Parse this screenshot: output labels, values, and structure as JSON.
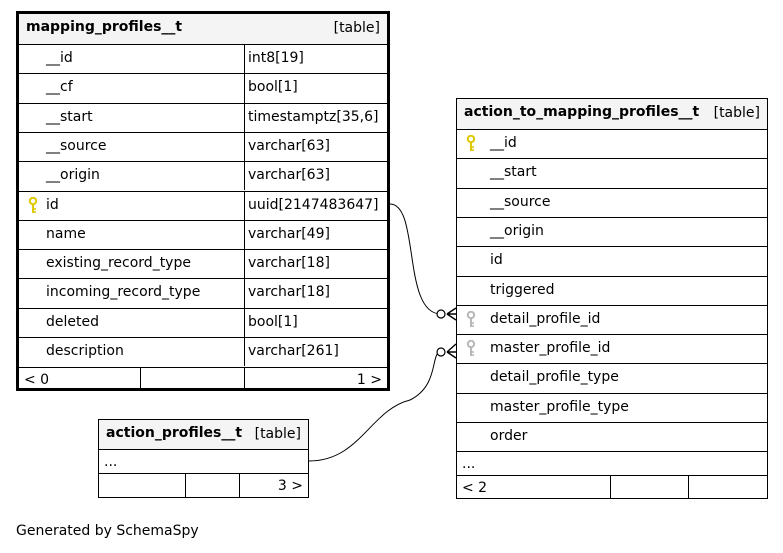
{
  "tables": {
    "mapping_profiles": {
      "name": "mapping_profiles__t",
      "tag": "[table]",
      "columns": [
        {
          "name": "__id",
          "type": "int8[19]",
          "key": "none"
        },
        {
          "name": "__cf",
          "type": "bool[1]",
          "key": "none"
        },
        {
          "name": "__start",
          "type": "timestamptz[35,6]",
          "key": "none"
        },
        {
          "name": "__source",
          "type": "varchar[63]",
          "key": "none"
        },
        {
          "name": "__origin",
          "type": "varchar[63]",
          "key": "none"
        },
        {
          "name": "id",
          "type": "uuid[2147483647]",
          "key": "primary"
        },
        {
          "name": "name",
          "type": "varchar[49]",
          "key": "none"
        },
        {
          "name": "existing_record_type",
          "type": "varchar[18]",
          "key": "none"
        },
        {
          "name": "incoming_record_type",
          "type": "varchar[18]",
          "key": "none"
        },
        {
          "name": "deleted",
          "type": "bool[1]",
          "key": "none"
        },
        {
          "name": "description",
          "type": "varchar[261]",
          "key": "none"
        }
      ],
      "footer": {
        "left": "< 0",
        "middle": "",
        "right": "1 >"
      }
    },
    "action_to_mapping_profiles": {
      "name": "action_to_mapping_profiles__t",
      "tag": "[table]",
      "columns": [
        {
          "name": "__id",
          "key": "primary"
        },
        {
          "name": "__start",
          "key": "none"
        },
        {
          "name": "__source",
          "key": "none"
        },
        {
          "name": "__origin",
          "key": "none"
        },
        {
          "name": "id",
          "key": "none"
        },
        {
          "name": "triggered",
          "key": "none"
        },
        {
          "name": "detail_profile_id",
          "key": "foreign"
        },
        {
          "name": "master_profile_id",
          "key": "foreign"
        },
        {
          "name": "detail_profile_type",
          "key": "none"
        },
        {
          "name": "master_profile_type",
          "key": "none"
        },
        {
          "name": "order",
          "key": "none"
        }
      ],
      "ellipsis": "...",
      "footer": {
        "left": "< 2",
        "middle": "",
        "right": ""
      }
    },
    "action_profiles": {
      "name": "action_profiles__t",
      "tag": "[table]",
      "ellipsis": "...",
      "footer": {
        "left": "",
        "middle": "",
        "right": "3 >"
      }
    }
  },
  "colors": {
    "primary_key": "#e0c800",
    "foreign_key": "#b8b8b8",
    "header_bg": "#f4f4f4",
    "border": "#000000"
  },
  "credit": "Generated by SchemaSpy"
}
